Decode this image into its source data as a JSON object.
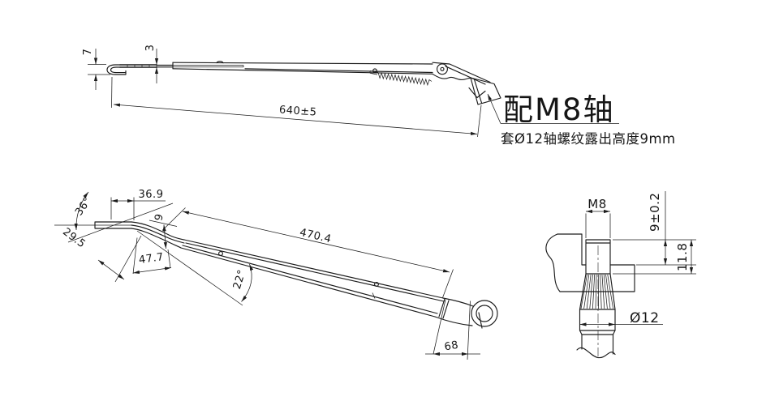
{
  "colors": {
    "background": "#ffffff",
    "line": "#1c1c1c",
    "text": "#151515"
  },
  "side_view": {
    "dim_hook_height": "7",
    "dim_retainer_thickness": "3",
    "dim_overall_length": "640±5",
    "note_title": "配M8轴",
    "note_detail": "套Ø12轴螺纹露出高度9mm"
  },
  "top_view": {
    "dim_tip_straight_length": "36.9",
    "dim_tip_bend_angle": "36°",
    "dim_tip_length": "29.5",
    "dim_crank_offset": "9",
    "dim_bend_length": "47.7",
    "dim_arm_angle": "22°",
    "dim_arm_length": "470.4",
    "dim_head_length": "68"
  },
  "shaft_detail": {
    "dim_thread_spec": "M8",
    "dim_thread_exposed_height": "9±0.2",
    "dim_thread_length": "11.8",
    "dim_shaft_diameter": "Ø12"
  }
}
